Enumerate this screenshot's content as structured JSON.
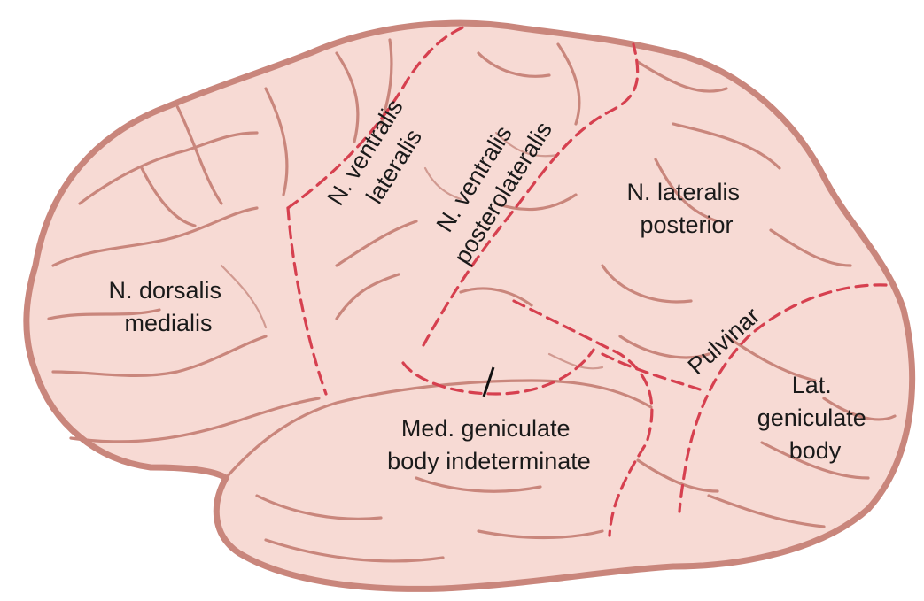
{
  "diagram": {
    "labels": {
      "n_dorsalis_medialis": [
        "N. dorsalis",
        "medialis"
      ],
      "n_ventralis_lateralis": [
        "N. ventralis",
        "lateralis"
      ],
      "n_ventralis_posterolateralis": [
        "N. ventralis",
        "posterolateralis"
      ],
      "n_lateralis_posterior": [
        "N. lateralis",
        "posterior"
      ],
      "pulvinar": "Pulvinar",
      "lat_geniculate_body": [
        "Lat.",
        "geniculate",
        "body"
      ],
      "med_geniculate_body": [
        "Med. geniculate",
        "body indeterminate"
      ]
    },
    "colors": {
      "brain_fill": "#f7dad4",
      "brain_outline": "#c9867c",
      "boundary_dashes": "#d6404f",
      "label_text": "#1a1a1a"
    }
  }
}
